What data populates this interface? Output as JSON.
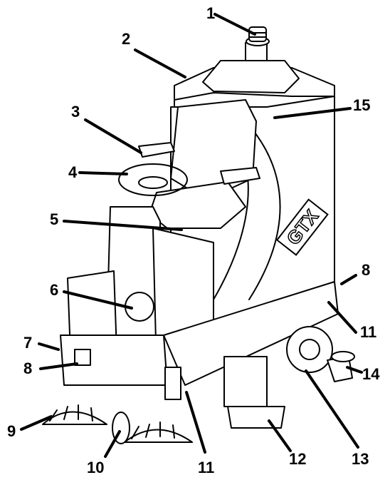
{
  "callouts": [
    {
      "id": "c1",
      "label": "1"
    },
    {
      "id": "c2",
      "label": "2"
    },
    {
      "id": "c3",
      "label": "3"
    },
    {
      "id": "c4",
      "label": "4"
    },
    {
      "id": "c5",
      "label": "5"
    },
    {
      "id": "c6",
      "label": "6"
    },
    {
      "id": "c7",
      "label": "7"
    },
    {
      "id": "c8a",
      "label": "8"
    },
    {
      "id": "c9",
      "label": "9"
    },
    {
      "id": "c10",
      "label": "10"
    },
    {
      "id": "c11a",
      "label": "11"
    },
    {
      "id": "c12",
      "label": "12"
    },
    {
      "id": "c13",
      "label": "13"
    },
    {
      "id": "c14",
      "label": "14"
    },
    {
      "id": "c15",
      "label": "15"
    },
    {
      "id": "c8b",
      "label": "8"
    },
    {
      "id": "c11b",
      "label": "11"
    }
  ],
  "brand_logo_text": "GTX"
}
